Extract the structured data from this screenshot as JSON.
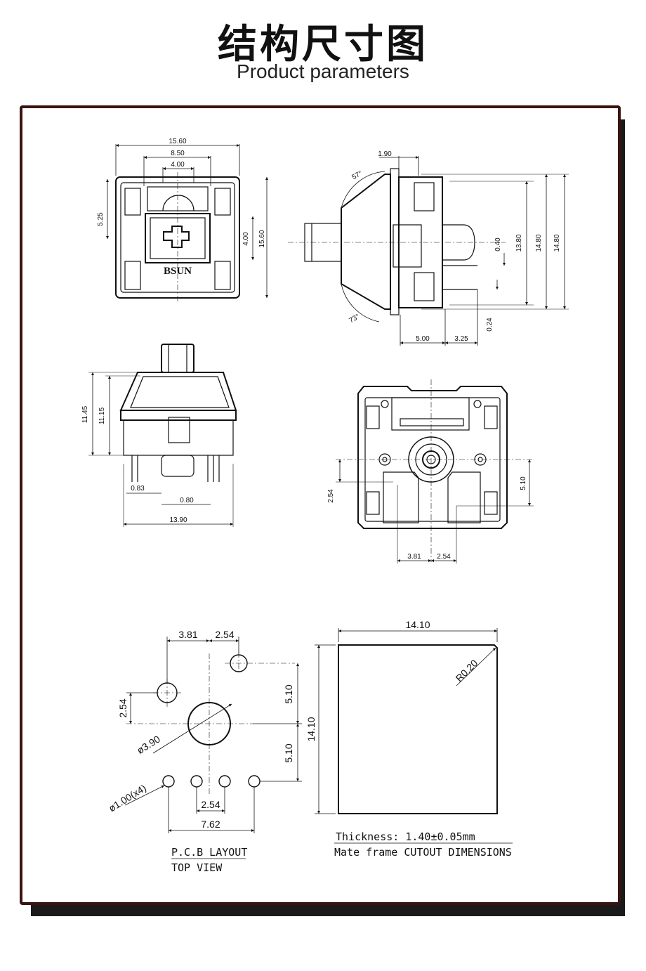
{
  "header": {
    "title_cn": "结构尺寸图",
    "title_en": "Product parameters"
  },
  "top_view": {
    "dims": {
      "width": "15.60",
      "inner": "8.50",
      "stem": "4.00",
      "left_h": "5.25",
      "right_small": "4.00",
      "right_h": "15.60"
    },
    "brand": "BSUN"
  },
  "side_view": {
    "dims": {
      "top": "1.90",
      "angle_top": "57°",
      "angle_bottom": "73°",
      "d040": "0.40",
      "d1380": "13.80",
      "d1480a": "14.80",
      "d1480b": "14.80",
      "d024": "0.24",
      "d500": "5.00",
      "d325": "3.25"
    }
  },
  "front_view": {
    "dims": {
      "h1145": "11.45",
      "h1115": "11.15",
      "d083": "0.83",
      "d080": "0.80",
      "w1390": "13.90"
    }
  },
  "bottom_view": {
    "dims": {
      "d254": "2.54",
      "d510": "5.10",
      "d381": "3.81",
      "d254b": "2.54"
    }
  },
  "pcb_layout": {
    "dims": {
      "d381": "3.81",
      "d254": "2.54",
      "d254v": "2.54",
      "d510a": "5.10",
      "d510b": "5.10",
      "dia390": "ø3.90",
      "dia100": "ø1.00(x4)",
      "d254h": "2.54",
      "d762": "7.62"
    },
    "label_1": "P.C.B LAYOUT",
    "label_2": "TOP VIEW"
  },
  "cutout": {
    "dims": {
      "w": "14.10",
      "h": "14.10",
      "r": "R0.20"
    },
    "thickness": "Thickness: 1.40±0.05mm",
    "label": "Mate frame CUTOUT DIMENSIONS"
  }
}
